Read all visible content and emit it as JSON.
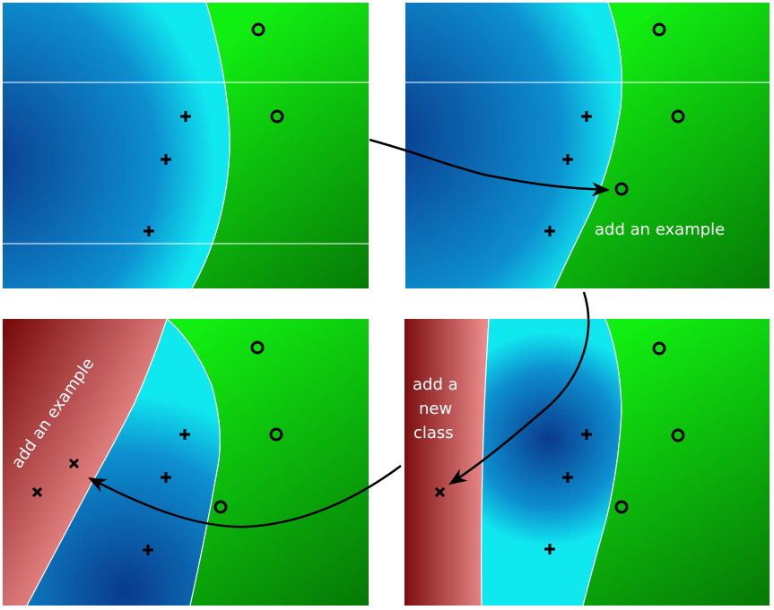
{
  "colors": {
    "class_plus_dark": "#0a3a8c",
    "class_plus_light": "#10e8f0",
    "class_circle_light": "#11ee11",
    "class_circle_dark": "#067a06",
    "class_cross_dark": "#7a0c0c",
    "class_cross_light": "#f09090",
    "marker": "#000000",
    "arrow": "#000000",
    "label": "#ffffff"
  },
  "markers": {
    "plus": "+",
    "circle": "○",
    "cross": "×"
  },
  "labels": {
    "add_example_1": "add an example",
    "add_new_class_line1": "add a",
    "add_new_class_line2": "new",
    "add_new_class_line3": "class",
    "add_example_2": "add an example"
  }
}
